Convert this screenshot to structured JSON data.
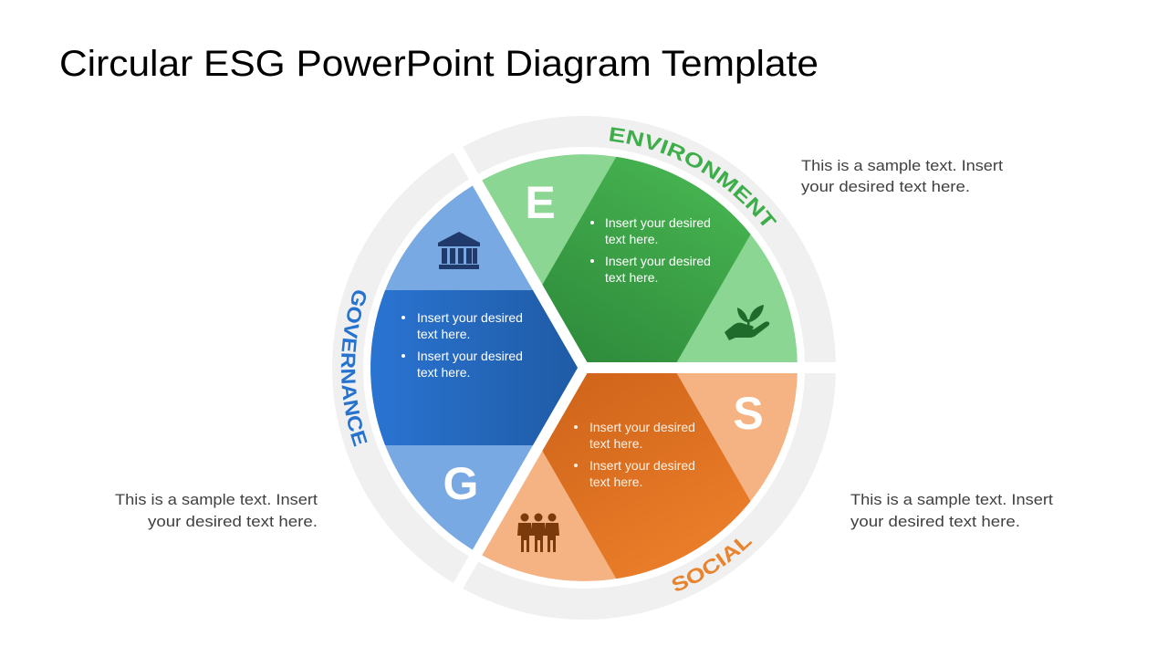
{
  "slide": {
    "title": "Circular ESG PowerPoint Diagram Template",
    "background": "#ffffff"
  },
  "diagram": {
    "ring_color": "#f0f0f0",
    "segments": {
      "environment": {
        "letter": "E",
        "label": "ENVIRONMENT",
        "icon": "plant-in-hand-icon",
        "colors": {
          "light": "#8cd694",
          "band_outer": "#45b14f",
          "band_inner": "#2e8b3b",
          "label": "#3dae4a",
          "icon": "#1e6b2b"
        },
        "bullets": [
          {
            "line1": "Insert your desired",
            "line2": "text here."
          },
          {
            "line1": "Insert your desired",
            "line2": "text here."
          }
        ]
      },
      "social": {
        "letter": "S",
        "label": "SOCIAL",
        "icon": "people-group-icon",
        "colors": {
          "light": "#f5b383",
          "band_outer": "#e97d29",
          "band_inner": "#d0641a",
          "label": "#e8832e",
          "icon": "#7a3a0c"
        },
        "bullets": [
          {
            "line1": "Insert your desired",
            "line2": "text here."
          },
          {
            "line1": "Insert your desired",
            "line2": "text here."
          }
        ]
      },
      "governance": {
        "letter": "G",
        "label": "GOVERNANCE",
        "icon": "bank-building-icon",
        "colors": {
          "light": "#79a9e3",
          "band_outer": "#2a74d2",
          "band_inner": "#1f5aa4",
          "label": "#2672cf",
          "icon": "#1f3a6b"
        },
        "bullets": [
          {
            "line1": "Insert your desired",
            "line2": "text here."
          },
          {
            "line1": "Insert your desired",
            "line2": "text here."
          }
        ]
      }
    }
  },
  "side_notes": {
    "environment": {
      "line1": "This is a sample text. Insert",
      "line2": "your desired text here."
    },
    "governance": {
      "line1": "This is a sample text. Insert",
      "line2": "your desired text here."
    },
    "social": {
      "line1": "This is a sample text. Insert",
      "line2": "your desired text here."
    }
  }
}
